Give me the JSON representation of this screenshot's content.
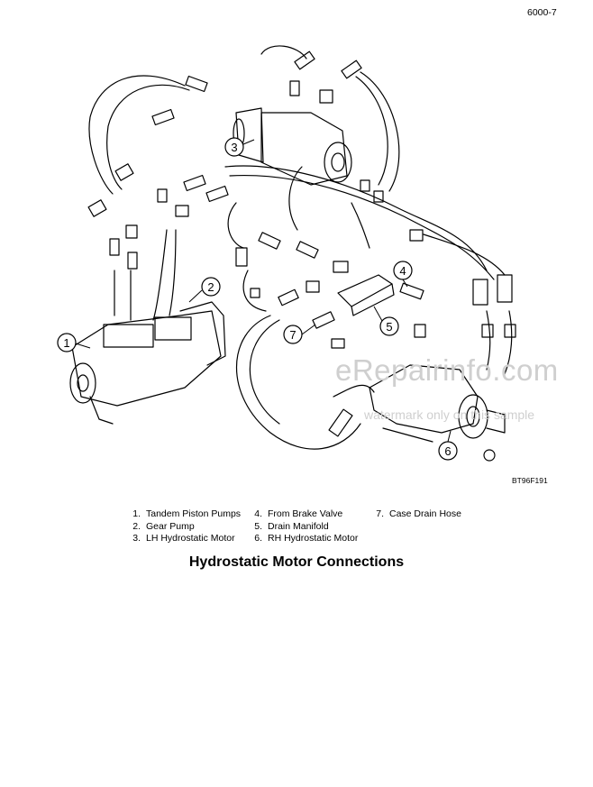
{
  "page_number": "6000-7",
  "figure_code": "BT96F191",
  "watermark": {
    "main": "eRepairinfo.com",
    "sub": "watermark only on this sample"
  },
  "callouts": [
    "1",
    "2",
    "3",
    "4",
    "5",
    "6",
    "7"
  ],
  "legend": {
    "col1": [
      {
        "num": "1.",
        "text": "Tandem Piston Pumps"
      },
      {
        "num": "2.",
        "text": "Gear Pump"
      },
      {
        "num": "3.",
        "text": "LH Hydrostatic Motor"
      }
    ],
    "col2": [
      {
        "num": "4.",
        "text": "From Brake Valve"
      },
      {
        "num": "5.",
        "text": "Drain Manifold"
      },
      {
        "num": "6.",
        "text": "RH Hydrostatic Motor"
      }
    ],
    "col3": [
      {
        "num": "7.",
        "text": "Case Drain Hose"
      }
    ]
  },
  "caption": "Hydrostatic Motor Connections"
}
